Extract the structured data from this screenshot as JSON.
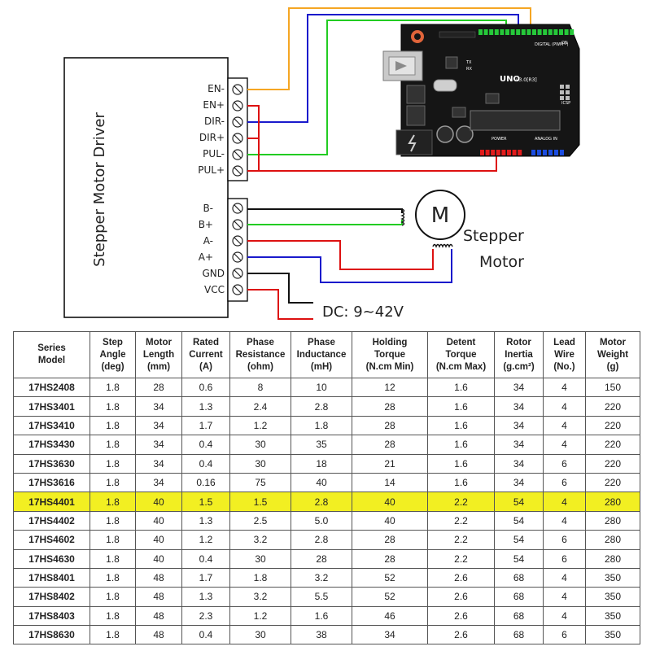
{
  "driver": {
    "title": "Stepper Motor Driver",
    "terminals_top": [
      "EN-",
      "EN+",
      "DIR-",
      "DIR+",
      "PUL-",
      "PUL+"
    ],
    "terminals_bottom": [
      "B-",
      "B+",
      "A-",
      "A+",
      "GND",
      "VCC"
    ]
  },
  "motor": {
    "symbol": "M",
    "label_line1": "Stepper",
    "label_line2": "Motor"
  },
  "power": {
    "label": "DC: 9~42V"
  },
  "arduino": {
    "board_label": "UNO",
    "board_version": "v3.0[R3]",
    "digital_label": "DIGITAL (PWM~)",
    "power_label": "POWER",
    "analog_label": "ANALOG IN",
    "icsp_label": "ICSP",
    "tx_label": "TX",
    "rx_label": "RX",
    "on_label": "ON"
  },
  "colors": {
    "en_wire": "#f5a623",
    "dir_wire": "#1a1acc",
    "pul_minus_wire": "#22cc22",
    "pul_plus_wire": "#dd1111",
    "b_minus_wire": "#111111",
    "b_plus_wire": "#22cc22",
    "a_minus_wire": "#dd1111",
    "a_plus_wire": "#1a1acc",
    "gnd_wire": "#111111",
    "vcc_wire": "#dd1111",
    "highlight_row": "#f2ef22"
  },
  "table": {
    "headers": [
      [
        "Series",
        "Model"
      ],
      [
        "Step",
        "Angle",
        "(deg)"
      ],
      [
        "Motor",
        "Length",
        "(mm)"
      ],
      [
        "Rated",
        "Current",
        "(A)"
      ],
      [
        "Phase",
        "Resistance",
        "(ohm)"
      ],
      [
        "Phase",
        "Inductance",
        "(mH)"
      ],
      [
        "Holding",
        "Torque",
        "(N.cm Min)"
      ],
      [
        "Detent",
        "Torque",
        "(N.cm Max)"
      ],
      [
        "Rotor",
        "Inertia",
        "(g.cm²)"
      ],
      [
        "Lead",
        "Wire",
        "(No.)"
      ],
      [
        "Motor",
        "Weight",
        "(g)"
      ]
    ],
    "highlight_model": "17HS4401",
    "rows": [
      [
        "17HS2408",
        "1.8",
        "28",
        "0.6",
        "8",
        "10",
        "12",
        "1.6",
        "34",
        "4",
        "150"
      ],
      [
        "17HS3401",
        "1.8",
        "34",
        "1.3",
        "2.4",
        "2.8",
        "28",
        "1.6",
        "34",
        "4",
        "220"
      ],
      [
        "17HS3410",
        "1.8",
        "34",
        "1.7",
        "1.2",
        "1.8",
        "28",
        "1.6",
        "34",
        "4",
        "220"
      ],
      [
        "17HS3430",
        "1.8",
        "34",
        "0.4",
        "30",
        "35",
        "28",
        "1.6",
        "34",
        "4",
        "220"
      ],
      [
        "17HS3630",
        "1.8",
        "34",
        "0.4",
        "30",
        "18",
        "21",
        "1.6",
        "34",
        "6",
        "220"
      ],
      [
        "17HS3616",
        "1.8",
        "34",
        "0.16",
        "75",
        "40",
        "14",
        "1.6",
        "34",
        "6",
        "220"
      ],
      [
        "17HS4401",
        "1.8",
        "40",
        "1.5",
        "1.5",
        "2.8",
        "40",
        "2.2",
        "54",
        "4",
        "280"
      ],
      [
        "17HS4402",
        "1.8",
        "40",
        "1.3",
        "2.5",
        "5.0",
        "40",
        "2.2",
        "54",
        "4",
        "280"
      ],
      [
        "17HS4602",
        "1.8",
        "40",
        "1.2",
        "3.2",
        "2.8",
        "28",
        "2.2",
        "54",
        "6",
        "280"
      ],
      [
        "17HS4630",
        "1.8",
        "40",
        "0.4",
        "30",
        "28",
        "28",
        "2.2",
        "54",
        "6",
        "280"
      ],
      [
        "17HS8401",
        "1.8",
        "48",
        "1.7",
        "1.8",
        "3.2",
        "52",
        "2.6",
        "68",
        "4",
        "350"
      ],
      [
        "17HS8402",
        "1.8",
        "48",
        "1.3",
        "3.2",
        "5.5",
        "52",
        "2.6",
        "68",
        "4",
        "350"
      ],
      [
        "17HS8403",
        "1.8",
        "48",
        "2.3",
        "1.2",
        "1.6",
        "46",
        "2.6",
        "68",
        "4",
        "350"
      ],
      [
        "17HS8630",
        "1.8",
        "48",
        "0.4",
        "30",
        "38",
        "34",
        "2.6",
        "68",
        "6",
        "350"
      ]
    ]
  }
}
